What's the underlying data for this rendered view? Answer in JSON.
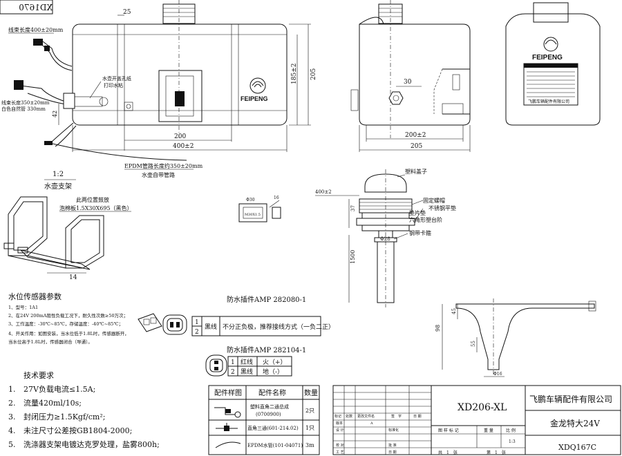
{
  "corner_code": "XD1670",
  "front_view": {
    "harness_length_1": "线束长度400±20mm",
    "harness_length_2": "线束长度350±20mm",
    "white_pipe": "白色自然管 330mm",
    "sensor_label_1": "水壶开盖孔纸",
    "sensor_label_2": "打印水粘",
    "dim_25": "25",
    "dim_200": "200",
    "dim_400": "400±2",
    "dim_205": "205",
    "dim_185": "185±2",
    "dim_42": "42",
    "epdm_pipe": "EPDM管路长度约350±20mm",
    "pipe_note": "水壶自带管路",
    "brand": "FEIPENG"
  },
  "side_view": {
    "dim_30": "30",
    "dim_200": "200±2",
    "dim_205": "205"
  },
  "label_view": {
    "brand": "FEIPENG",
    "company": "飞鹏车辆配件有限公司"
  },
  "bracket": {
    "scale": "1:2",
    "title": "水壶支架",
    "note_1": "此两位置鼓放",
    "note_2": "泡棉板1.5X30X695（黑色）",
    "dim_14": "14"
  },
  "cap_detail": {
    "cap": "塑料盖子",
    "nut": "固定螺帽",
    "washer": "不锈钢平垫",
    "seal": "垫片垫",
    "hex": "六角形塑台阶",
    "clamp": "钢带卡箍",
    "dim_400": "400±2",
    "dim_30": "Φ30",
    "dim_1500": "1500",
    "dim_28": "Φ28",
    "dim_37": "37",
    "m30": "M30X1.5",
    "dim_16": "16"
  },
  "funnel": {
    "dim_98": "98",
    "dim_45": "45",
    "dim_55": "55",
    "dim_16": "Φ16"
  },
  "sensor_params": {
    "title": "水位传感器参数",
    "lines": [
      "1、型号：1A1",
      "2、在24V 200mA阻性负载工况下，耐久性次数≥50万次；",
      "3、工作温度：-30℃~85℃，存储温度：-40℃~85℃；",
      "4、开关作用：如图安装，当水位低于1.8L时，传感器断开，",
      "当水位高于1.8L时，传感器闭合（导通）。"
    ]
  },
  "connector_1": {
    "title": "防水插件AMP 282080-1",
    "rows": [
      {
        "no": "1",
        "color": "黑线",
        "desc": "不分正负极，推荐接线方式（一负二正）"
      },
      {
        "no": "2",
        "color": "",
        "desc": ""
      }
    ]
  },
  "connector_2": {
    "title": "防水插件AMP 282104-1",
    "rows": [
      {
        "no": "1",
        "color": "红线",
        "desc": "火（+）"
      },
      {
        "no": "2",
        "color": "黑线",
        "desc": "地（-）"
      }
    ]
  },
  "tech_req": {
    "title": "技术要求",
    "items": [
      {
        "no": "1.",
        "text": "27V负载电流≤1.5A;"
      },
      {
        "no": "2.",
        "text": "流量420ml/10s;"
      },
      {
        "no": "3.",
        "text": "封闭压力≥1.5Kgf/cm²;"
      },
      {
        "no": "4.",
        "text": "未注尺寸公差按GB1804-2000;"
      },
      {
        "no": "5.",
        "text": "洗涤器支架电镀达克罗处理，盐雾800h;"
      }
    ]
  },
  "parts_table": {
    "headers": [
      "配件样图",
      "配件名称",
      "数量"
    ],
    "rows": [
      {
        "name": "塑料直角二通总成",
        "code": "(0700900)",
        "qty": "2只"
      },
      {
        "name": "直角三通(601-214.02)",
        "code": "",
        "qty": "1只"
      },
      {
        "name": "EPDM水管(101-04071)",
        "code": "",
        "qty": "3m"
      }
    ]
  },
  "title_block": {
    "drawing_no": "XD206-XL",
    "company": "飞鹏车辆配件有限公司",
    "model": "金龙特大24V",
    "part_no": "XDQ167C",
    "scale": "1:3",
    "hdr": [
      "标记",
      "处数",
      "更改文件名",
      "签　字",
      "日 期"
    ],
    "r_version": "版本",
    "r_version_v": "A",
    "r_design": "设 计",
    "r_std": "标准化",
    "r_check": "校 对",
    "r_craft": "工 艺",
    "r_approve": "批 准",
    "r_date": "日 期",
    "stage": "图 样 标 记",
    "weight": "重 量",
    "ratio": "比 例",
    "sheets": "共　1　张",
    "sheet": "第　1　张"
  }
}
